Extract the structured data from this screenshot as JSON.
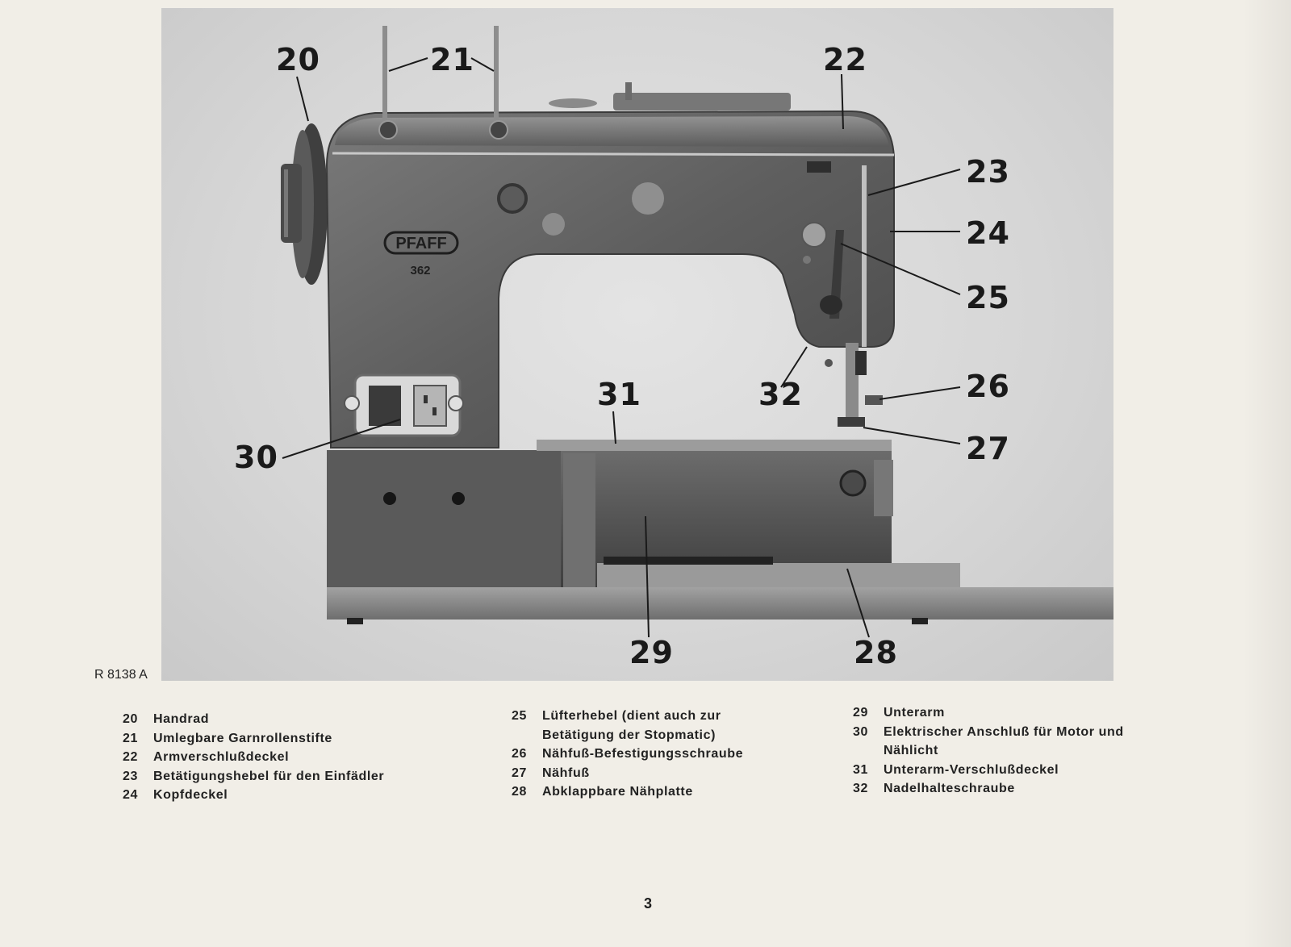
{
  "figure": {
    "reference": "R 8138 A",
    "brand": "PFAFF",
    "model": "362",
    "callouts": {
      "c20": "20",
      "c21": "21",
      "c22": "22",
      "c23": "23",
      "c24": "24",
      "c25": "25",
      "c26": "26",
      "c27": "27",
      "c28": "28",
      "c29": "29",
      "c30": "30",
      "c31": "31",
      "c32": "32"
    }
  },
  "legend": {
    "col1": [
      {
        "num": "20",
        "text": "Handrad"
      },
      {
        "num": "21",
        "text": "Umlegbare Garnrollenstifte"
      },
      {
        "num": "22",
        "text": "Armverschlußdeckel"
      },
      {
        "num": "23",
        "text": "Betätigungshebel für den Einfädler"
      },
      {
        "num": "24",
        "text": "Kopfdeckel"
      }
    ],
    "col2": [
      {
        "num": "25",
        "text": "Lüfterhebel (dient auch zur"
      },
      {
        "num": "",
        "text": "Betätigung der Stopmatic)"
      },
      {
        "num": "26",
        "text": "Nähfuß-Befestigungsschraube"
      },
      {
        "num": "27",
        "text": "Nähfuß"
      },
      {
        "num": "28",
        "text": "Abklappbare Nähplatte"
      }
    ],
    "col3": [
      {
        "num": "29",
        "text": "Unterarm"
      },
      {
        "num": "30",
        "text": "Elektrischer Anschluß für Motor und"
      },
      {
        "num": "",
        "text": "Nählicht"
      },
      {
        "num": "31",
        "text": "Unterarm-Verschlußdeckel"
      },
      {
        "num": "32",
        "text": "Nadelhalteschraube"
      }
    ]
  },
  "page_number": "3"
}
